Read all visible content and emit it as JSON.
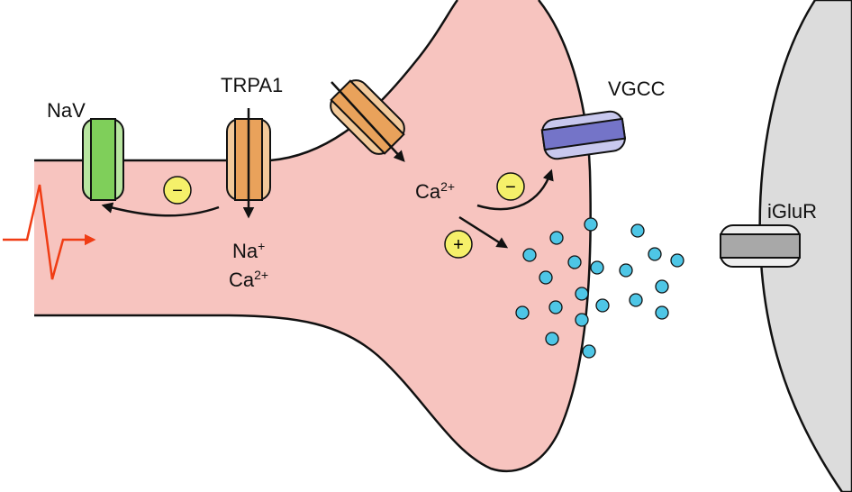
{
  "labels": {
    "nav": "NaV",
    "trpa1": "TRPA1",
    "vgcc": "VGCC",
    "iglur": "iGluR",
    "na_ion": "Na",
    "na_charge": "+",
    "ca_ion_1": "Ca",
    "ca_charge_1": "2+",
    "ca_ion_2": "Ca",
    "ca_charge_2": "2+"
  },
  "signs": {
    "inhibit": "−",
    "excite": "+"
  },
  "colors": {
    "neuron_fill": "#f7c4bf",
    "postsynaptic_fill": "#dcdcdc",
    "nav_channel": "#7fcf5a",
    "trpa1_channel": "#e9a25b",
    "vgcc_channel": "#7474c8",
    "iglur_channel": "#a8a8a8",
    "vesicle": "#4ec6e6",
    "sign_badge": "#f5f06a",
    "action_potential": "#f03c14"
  }
}
